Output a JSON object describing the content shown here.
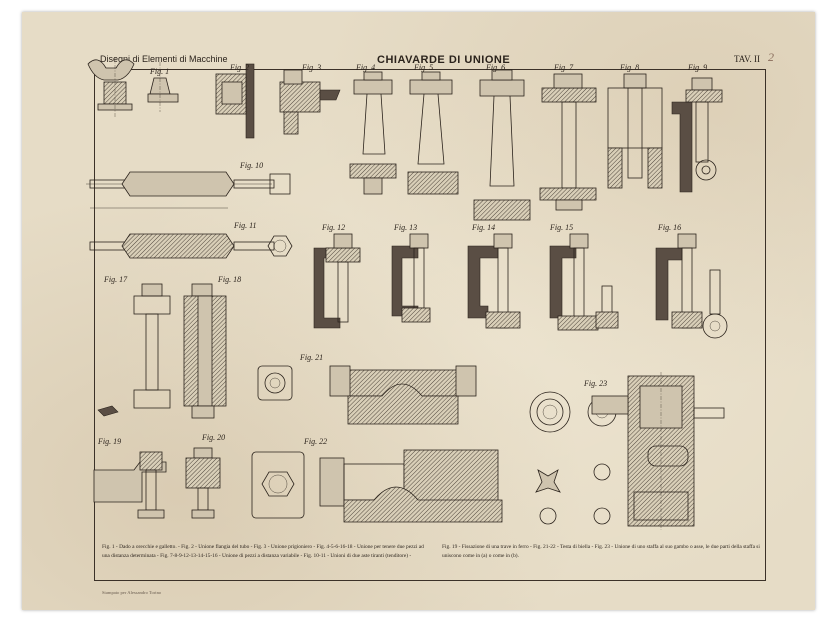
{
  "header": {
    "left": "Disegni di Elementi di Macchine",
    "center": "CHIAVARDE DI UNIONE",
    "right": "TAV. II",
    "handwritten_number": "2"
  },
  "figures": [
    "Fig. 1",
    "Fig. 2",
    "Fig. 3",
    "Fig. 4",
    "Fig. 5",
    "Fig. 6",
    "Fig. 7",
    "Fig. 8",
    "Fig. 9",
    "Fig. 10",
    "Fig. 11",
    "Fig. 12",
    "Fig. 13",
    "Fig. 14",
    "Fig. 15",
    "Fig. 16",
    "Fig. 17",
    "Fig. 18",
    "Fig. 19",
    "Fig. 20",
    "Fig. 21",
    "Fig. 22",
    "Fig. 23"
  ],
  "captions": {
    "left": "Fig. 1 - Dado a orecchie e galletto. - Fig. 2 - Unione flangia del tubo - Fig. 3 - Unione prigioniero - Fig. 4-5-6-16-18 - Unione per tenere due pezzi ad una distanza determinata - Fig. 7-8-9-12-13-14-15-16 - Unione di pezzi a distanza variabile - Fig. 10-11 - Unioni di due aste tiranti (tenditore) -",
    "right": "Fig. 19 - Fissazione di una trave in ferro - Fig. 21-22 - Testa di biella - Fig. 23 - Unione di uno staffa al suo gambo o asse, le due parti della staffa si uniscono come in (a) o come in (b)."
  },
  "printer": "Stampato per Alessandro Torino"
}
